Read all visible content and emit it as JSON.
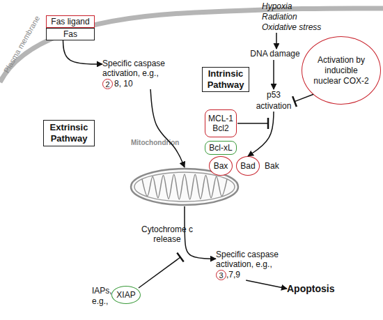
{
  "diagram": {
    "nodes": [
      {
        "text": [
          "Fas ligand"
        ]
      },
      {
        "text": [
          "Fas"
        ]
      },
      {
        "text": [
          "Extrinsic Pathway"
        ]
      },
      {
        "text": [
          "Specific caspase activation, e.g.,",
          "8, 10"
        ]
      },
      {
        "text": [
          "2"
        ],
        "in": 3
      },
      {
        "text": [
          "Mitochondrion"
        ]
      },
      {
        "text": [
          "Hypoxia Radiation Oxidative stress"
        ]
      },
      {
        "text": [
          "DNA damage"
        ]
      },
      {
        "text": [
          "Intrinsic Pathway"
        ]
      },
      {
        "text": [
          "p53 activation"
        ]
      },
      {
        "text": [
          "Activation by inducible nuclear COX-2"
        ]
      },
      {
        "text": [
          "MCL-1 Bcl2"
        ]
      },
      {
        "text": [
          "Bcl-xL"
        ]
      },
      {
        "text": [
          "Bax"
        ]
      },
      {
        "text": [
          "Bad"
        ]
      },
      {
        "text": [
          "Bak"
        ]
      },
      {
        "text": [
          "IAPs, e.g.,"
        ]
      },
      {
        "text": [
          "XIAP"
        ],
        "in": 16
      },
      {
        "text": [
          "Specific caspase activation, e.g.,",
          ",7,9"
        ]
      },
      {
        "text": [
          "3"
        ],
        "in": 18
      },
      {
        "text": [
          "Apoptosis"
        ]
      }
    ],
    "edges": [
      {
        "from": 1,
        "to": 3,
        "arrow": "to"
      },
      {
        "from": 3,
        "to": 5,
        "arrow": "to"
      },
      {
        "from": 5,
        "to": 18,
        "label": "Cytochrome c release",
        "arrow": "to"
      },
      {
        "from": 18,
        "to": 20,
        "arrow": "to"
      },
      {
        "from": 6,
        "to": 7,
        "arrow": "to"
      },
      {
        "from": 7,
        "to": 9,
        "arrow": "to"
      },
      {
        "from": 9,
        "to": 14,
        "arrow": "to"
      },
      {
        "from": 10,
        "to": 9,
        "arrow": "none"
      }
    ],
    "labels": [
      "Plasma membrane"
    ]
  }
}
